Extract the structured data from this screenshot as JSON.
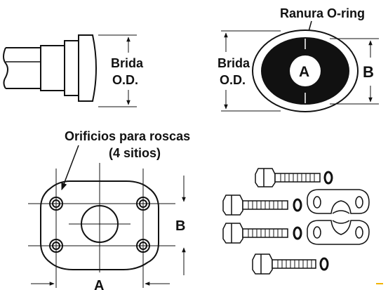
{
  "labels": {
    "ranura_oring": "Ranura O-ring",
    "brida_left_line1": "Brida",
    "brida_left_line2": "O.D.",
    "brida_right_line1": "Brida",
    "brida_right_line2": "O.D.",
    "dim_a_circle": "A",
    "dim_b_right": "B",
    "orificios_line1": "Orificios para roscas",
    "orificios_line2": "(4 sitios)",
    "dim_b_bottom": "B",
    "dim_a_bottom": "A"
  },
  "colors": {
    "ink": "#111111",
    "paper": "#ffffff",
    "accent": "#f2b400"
  }
}
